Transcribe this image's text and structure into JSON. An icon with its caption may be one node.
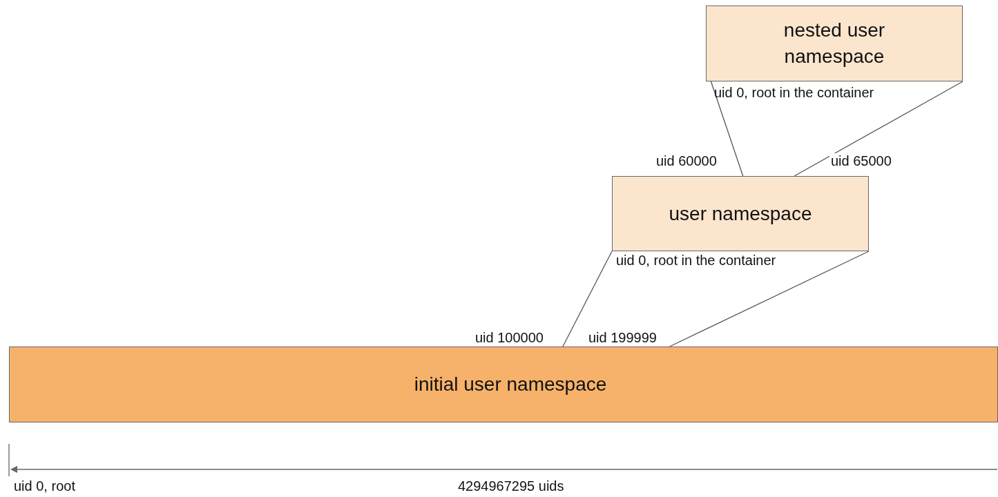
{
  "diagram": {
    "nodes": [
      {
        "text": [
          "nested user namespace"
        ],
        "beside": [
          "uid 0, root in the container"
        ]
      },
      {
        "text": [
          "user namespace"
        ],
        "beside": [
          "uid 0, root in the container"
        ]
      },
      {
        "text": [
          "initial user namespace"
        ]
      }
    ],
    "edges": [
      {
        "from": 0,
        "to": 1,
        "arrow": "none",
        "label": "uid 60000"
      },
      {
        "from": 0,
        "to": 1,
        "arrow": "none",
        "label": "uid 65000"
      },
      {
        "from": 1,
        "to": 2,
        "arrow": "none",
        "label": "uid 100000"
      },
      {
        "from": 1,
        "to": 2,
        "arrow": "none",
        "label": "uid 199999"
      }
    ],
    "labels": [
      "uid 0, root",
      "4294967295 uids"
    ]
  }
}
